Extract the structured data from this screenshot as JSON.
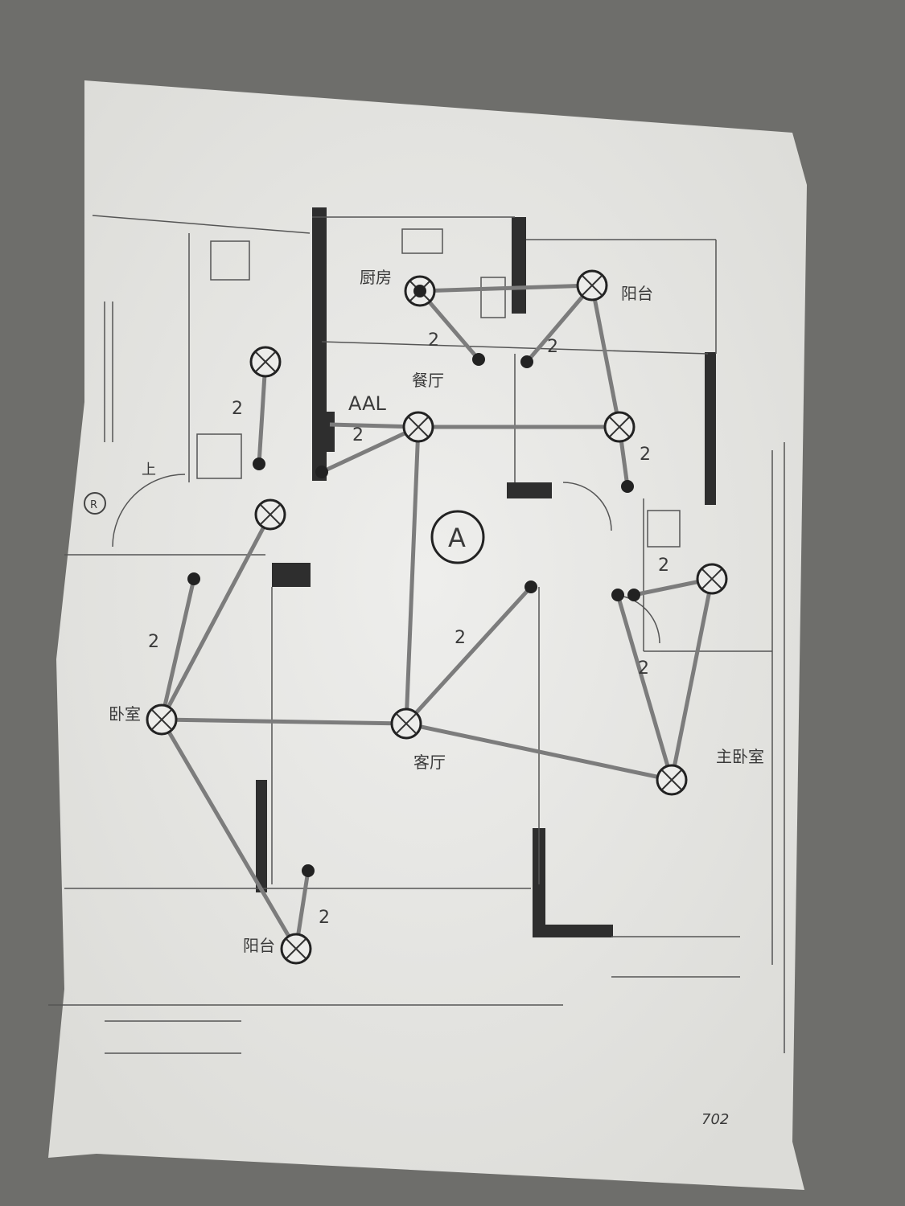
{
  "plan": {
    "unit_marker": "A",
    "panel_label": "AAL",
    "stair_label": "上",
    "meter_label": "R",
    "handwritten_note": "702",
    "rooms": {
      "kitchen": "厨房",
      "balcony_north": "阳台",
      "dining": "餐厅",
      "bedroom": "卧室",
      "living": "客厅",
      "master_bedroom": "主卧室",
      "balcony_south": "阳台"
    },
    "wire_counts": [
      "2",
      "2",
      "2",
      "2",
      "2",
      "2",
      "2",
      "2",
      "2",
      "2"
    ]
  },
  "colors": {
    "paper": "#e9e9e6",
    "background": "#6f6f6c",
    "wall": "#2e2e2e",
    "wire": "#7a7a7a",
    "line": "#555555"
  }
}
